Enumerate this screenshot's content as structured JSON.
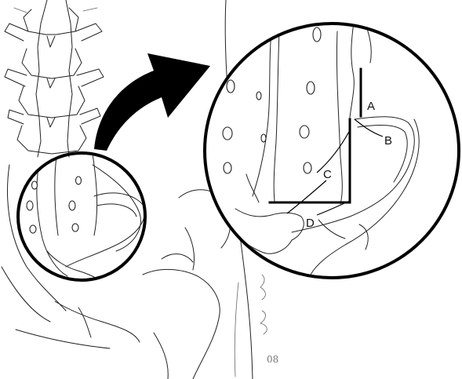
{
  "labels": {
    "a": "A",
    "b": "B",
    "c": "C",
    "d": "D"
  },
  "signature": "08",
  "colors": {
    "stroke": "#000000",
    "background": "#ffffff"
  }
}
